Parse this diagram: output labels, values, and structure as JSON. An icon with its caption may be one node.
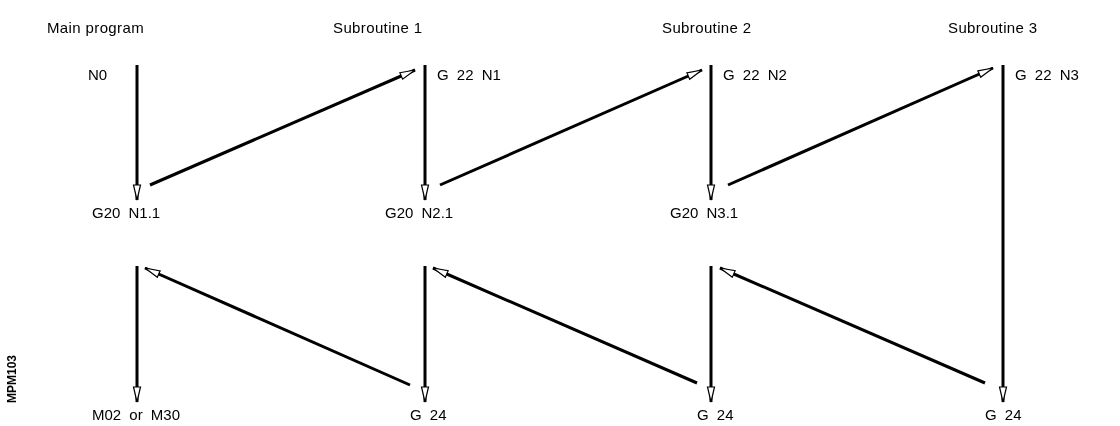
{
  "diagram": {
    "nodes": [
      {
        "text": [
          "N0"
        ]
      },
      {
        "text": [
          "G20 N1.1"
        ]
      },
      {
        "text": [
          "M02 or M30"
        ]
      },
      {
        "text": [
          "G 22 N1"
        ]
      },
      {
        "text": [
          "G20 N2.1"
        ]
      },
      {
        "text": [
          "G 24"
        ]
      },
      {
        "text": [
          "G 22 N2"
        ]
      },
      {
        "text": [
          "G20 N3.1"
        ]
      },
      {
        "text": [
          "G 24"
        ]
      },
      {
        "text": [
          "G 22 N3"
        ]
      },
      {
        "text": [
          "G 24"
        ]
      }
    ],
    "edges": [
      {
        "from": 0,
        "to": 1,
        "arrow": "to"
      },
      {
        "from": 1,
        "to": 3,
        "arrow": "to"
      },
      {
        "from": 1,
        "to": 2,
        "arrow": "to"
      },
      {
        "from": 5,
        "to": 1,
        "arrow": "to"
      },
      {
        "from": 3,
        "to": 4,
        "arrow": "to"
      },
      {
        "from": 4,
        "to": 6,
        "arrow": "to"
      },
      {
        "from": 4,
        "to": 5,
        "arrow": "to"
      },
      {
        "from": 8,
        "to": 4,
        "arrow": "to"
      },
      {
        "from": 6,
        "to": 7,
        "arrow": "to"
      },
      {
        "from": 7,
        "to": 9,
        "arrow": "to"
      },
      {
        "from": 7,
        "to": 8,
        "arrow": "to"
      },
      {
        "from": 10,
        "to": 7,
        "arrow": "to"
      },
      {
        "from": 9,
        "to": 10,
        "arrow": "to"
      }
    ],
    "labels": [
      "Main program",
      "Subroutine 1",
      "Subroutine 2",
      "Subroutine 3",
      "MPM103"
    ]
  }
}
